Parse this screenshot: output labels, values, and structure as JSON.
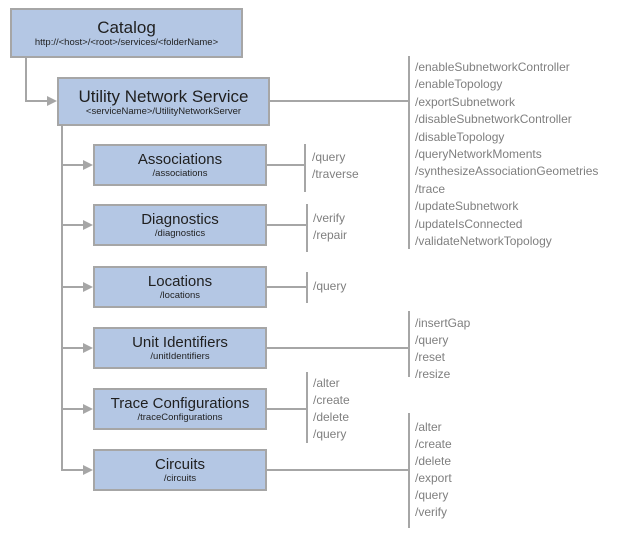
{
  "colors": {
    "box_fill": "#b4c7e4",
    "box_border": "#a6a6a6",
    "connector_line": "#a6a6a6",
    "operations_text": "#7f7f7f",
    "title_text": "#1f1f1f"
  },
  "catalog": {
    "title": "Catalog",
    "subtitle": "http://<host>/<root>/services/<folderName>"
  },
  "service": {
    "title": "Utility Network Service",
    "subtitle": "<serviceName>/UtilityNetworkServer",
    "operations": [
      "/enableSubnetworkController",
      "/enableTopology",
      "/exportSubnetwork",
      "/disableSubnetworkController",
      "/disableTopology",
      "/queryNetworkMoments",
      "/synthesizeAssociationGeometries",
      "/trace",
      "/updateSubnetwork",
      "/updateIsConnected",
      "/validateNetworkTopology"
    ]
  },
  "resources": [
    {
      "title": "Associations",
      "subtitle": "/associations",
      "operations": [
        "/query",
        "/traverse"
      ]
    },
    {
      "title": "Diagnostics",
      "subtitle": "/diagnostics",
      "operations": [
        "/verify",
        "/repair"
      ]
    },
    {
      "title": "Locations",
      "subtitle": "/locations",
      "operations": [
        "/query"
      ]
    },
    {
      "title": "Unit Identifiers",
      "subtitle": "/unitIdentifiers",
      "operations": [
        "/insertGap",
        "/query",
        "/reset",
        "/resize"
      ]
    },
    {
      "title": "Trace Configurations",
      "subtitle": "/traceConfigurations",
      "operations": [
        "/alter",
        "/create",
        "/delete",
        "/query"
      ]
    },
    {
      "title": "Circuits",
      "subtitle": "/circuits",
      "operations": [
        "/alter",
        "/create",
        "/delete",
        "/export",
        "/query",
        "/verify"
      ]
    }
  ]
}
